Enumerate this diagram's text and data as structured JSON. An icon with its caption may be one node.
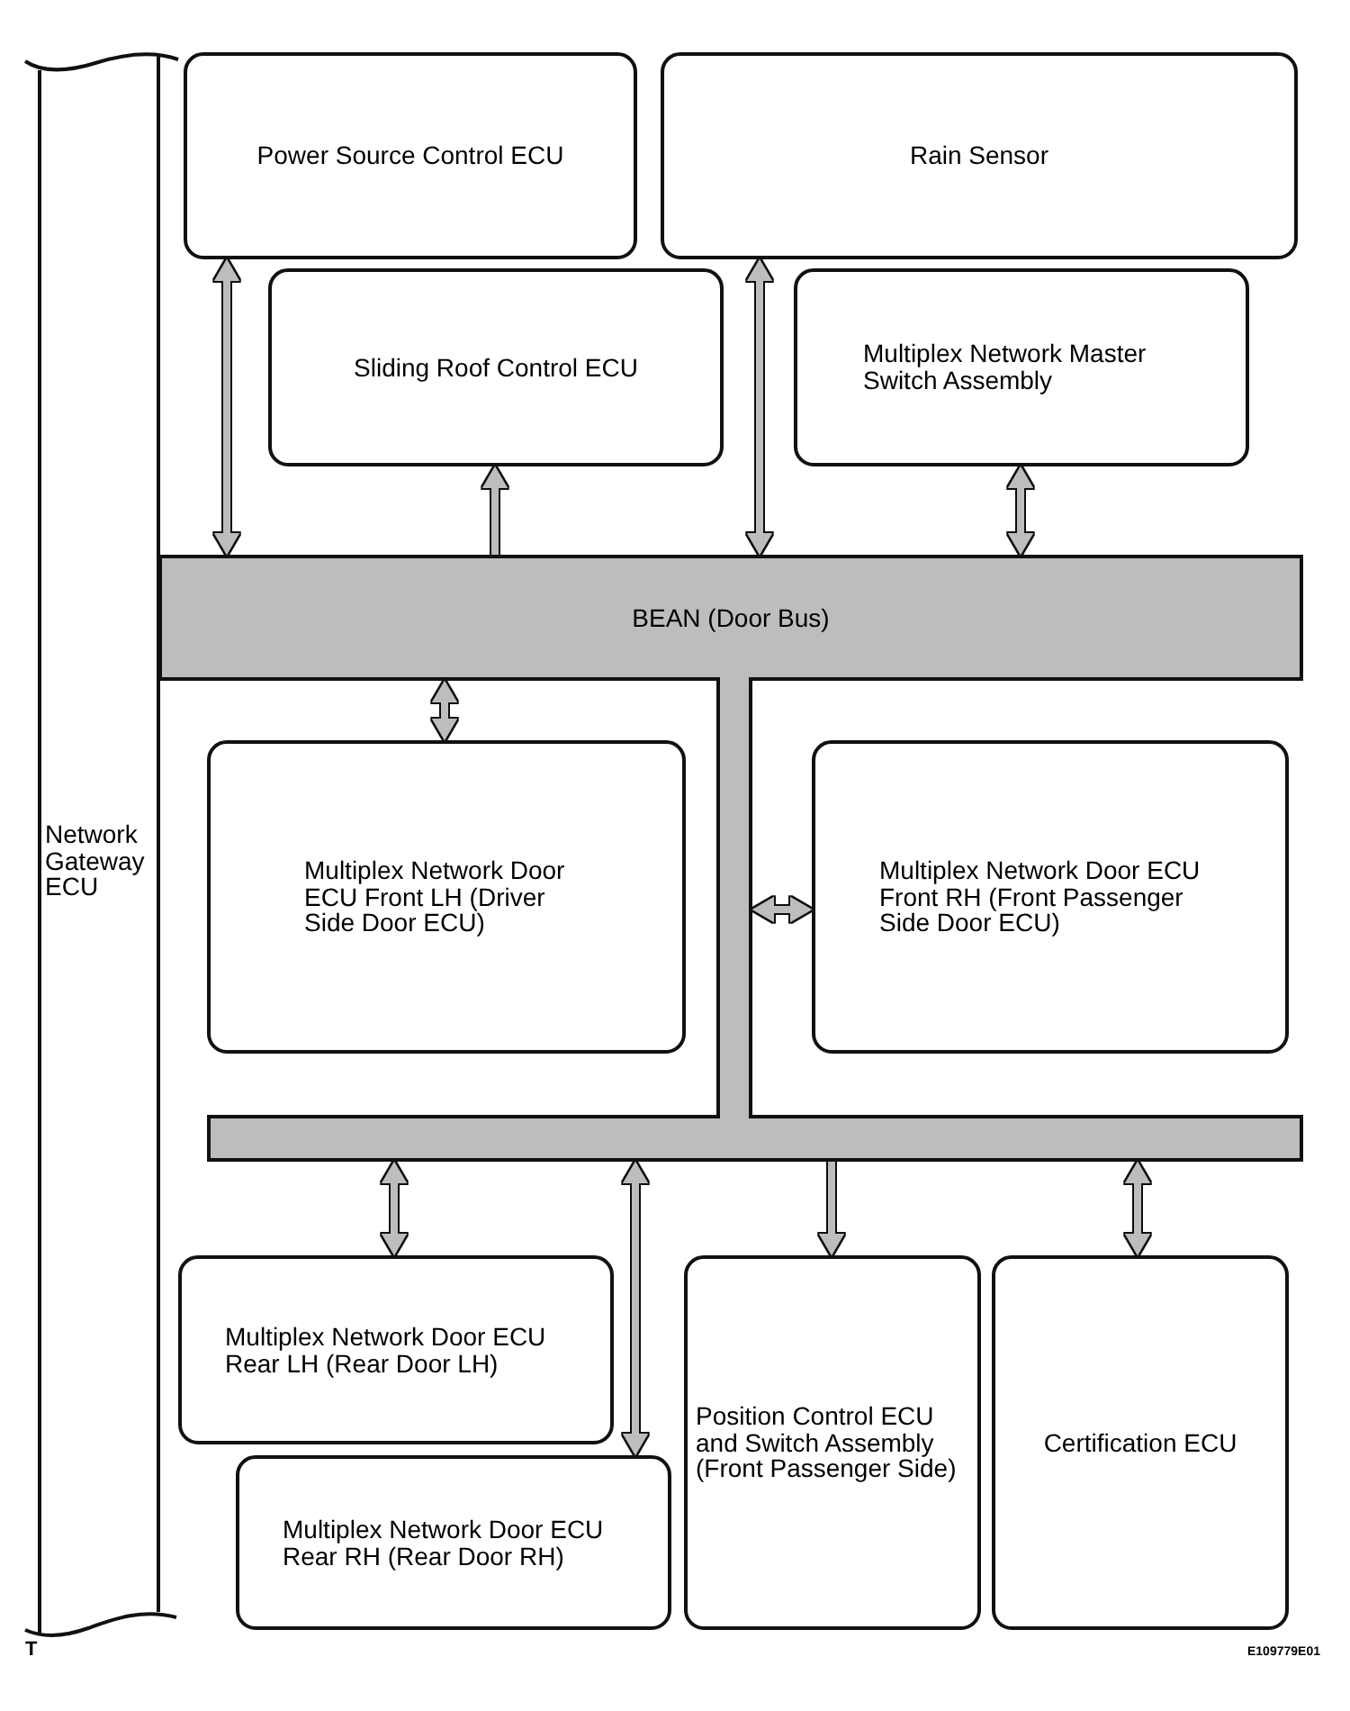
{
  "diagram": {
    "nodes": [
      {
        "text": [
          "Network Gateway ECU"
        ]
      },
      {
        "text": [
          "Power Source Control ECU"
        ]
      },
      {
        "text": [
          "Rain Sensor"
        ]
      },
      {
        "text": [
          "Sliding Roof Control ECU"
        ]
      },
      {
        "text": [
          "Multiplex Network Master Switch Assembly"
        ]
      },
      {
        "text": [
          "BEAN (Door Bus)"
        ]
      },
      {
        "text": [
          "Multiplex Network Door ECU Front LH (Driver Side Door ECU)"
        ]
      },
      {
        "text": [
          "Multiplex Network Door ECU Front RH (Front Passenger Side Door ECU)"
        ]
      },
      {
        "text": [
          "Multiplex Network Door ECU Rear LH (Rear Door LH)"
        ]
      },
      {
        "text": [
          "Multiplex Network Door ECU Rear RH (Rear Door RH)"
        ]
      },
      {
        "text": [
          "Position Control ECU and Switch Assembly (Front Passenger Side)"
        ]
      },
      {
        "text": [
          "Certification ECU"
        ]
      }
    ],
    "edges": [
      {
        "from": 1,
        "to": 5,
        "arrow": "both"
      },
      {
        "from": 5,
        "to": 3,
        "arrow": "to"
      },
      {
        "from": 2,
        "to": 5,
        "arrow": "both"
      },
      {
        "from": 4,
        "to": 5,
        "arrow": "both"
      },
      {
        "from": 5,
        "to": 6,
        "arrow": "both"
      },
      {
        "from": 5,
        "to": 7,
        "arrow": "both"
      },
      {
        "from": 5,
        "to": 8,
        "arrow": "both"
      },
      {
        "from": 5,
        "to": 9,
        "arrow": "both"
      },
      {
        "from": 5,
        "to": 10,
        "arrow": "to"
      },
      {
        "from": 5,
        "to": 11,
        "arrow": "both"
      }
    ],
    "labels": [
      "T",
      "E109779E01"
    ]
  }
}
